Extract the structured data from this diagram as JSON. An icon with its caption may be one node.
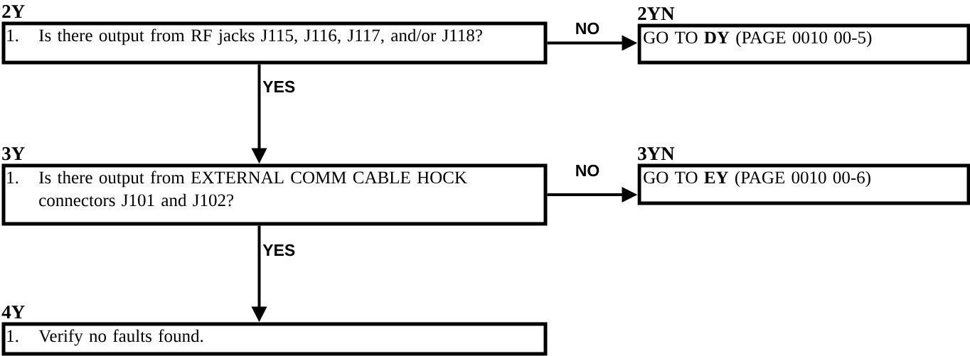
{
  "diagram": {
    "nodes": [
      {
        "text": [
          "2Y",
          "1.",
          "Is there output from RF jacks J115, J116, J117, and/or J118?"
        ]
      },
      {
        "text": [
          "2YN",
          "GO TO **DY** (PAGE 0010 00-5)"
        ]
      },
      {
        "text": [
          "3Y",
          "1.",
          "Is there output from EXTERNAL COMM CABLE HOCK connectors J101 and J102?"
        ]
      },
      {
        "text": [
          "3YN",
          "GO TO **EY** (PAGE 0010 00-6)"
        ]
      },
      {
        "text": [
          "4Y",
          "1.",
          "Verify no faults found."
        ]
      }
    ],
    "edges": [
      {
        "from": 0,
        "to": 1,
        "arrow": "to",
        "label": "NO"
      },
      {
        "from": 0,
        "to": 2,
        "arrow": "to",
        "label": "YES"
      },
      {
        "from": 2,
        "to": 3,
        "arrow": "to",
        "label": "NO"
      },
      {
        "from": 2,
        "to": 4,
        "arrow": "to",
        "label": "YES"
      }
    ]
  }
}
